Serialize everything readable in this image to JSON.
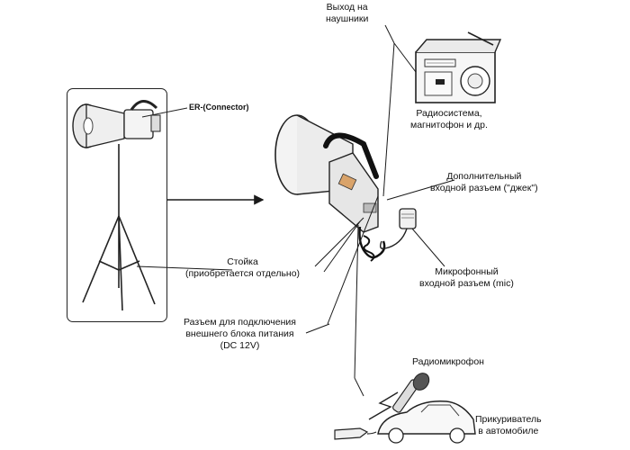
{
  "labels": {
    "headphones_out": [
      "Выход на",
      "наушники"
    ],
    "radio_system": [
      "Радиосистема,",
      "магнитофон и др."
    ],
    "aux_jack": [
      "Дополнительный",
      "входной разъем (\"джек\")"
    ],
    "mic_jack": [
      "Микрофонный",
      "входной разъем (mic)"
    ],
    "stand": [
      "Стойка",
      "(приобретается отдельно)"
    ],
    "power_jack": [
      "Разъем для подключения",
      "внешнего блока питания",
      "(DC  12V)"
    ],
    "wireless_mic": "Радиомикрофон",
    "cigarette_lighter": [
      "Прикуриватель",
      "в автомобиле"
    ],
    "er_connector": "ER-(Connector)"
  },
  "colors": {
    "line": "#1a1a1a",
    "device_fill": "#f2f2f2",
    "device_shade": "#cfcfcf",
    "dark": "#222222"
  },
  "icons": [
    "megaphone-icon",
    "tripod-stand-icon",
    "radio-icon",
    "microphone-icon",
    "wireless-mic-icon",
    "car-icon",
    "plug-icon"
  ]
}
